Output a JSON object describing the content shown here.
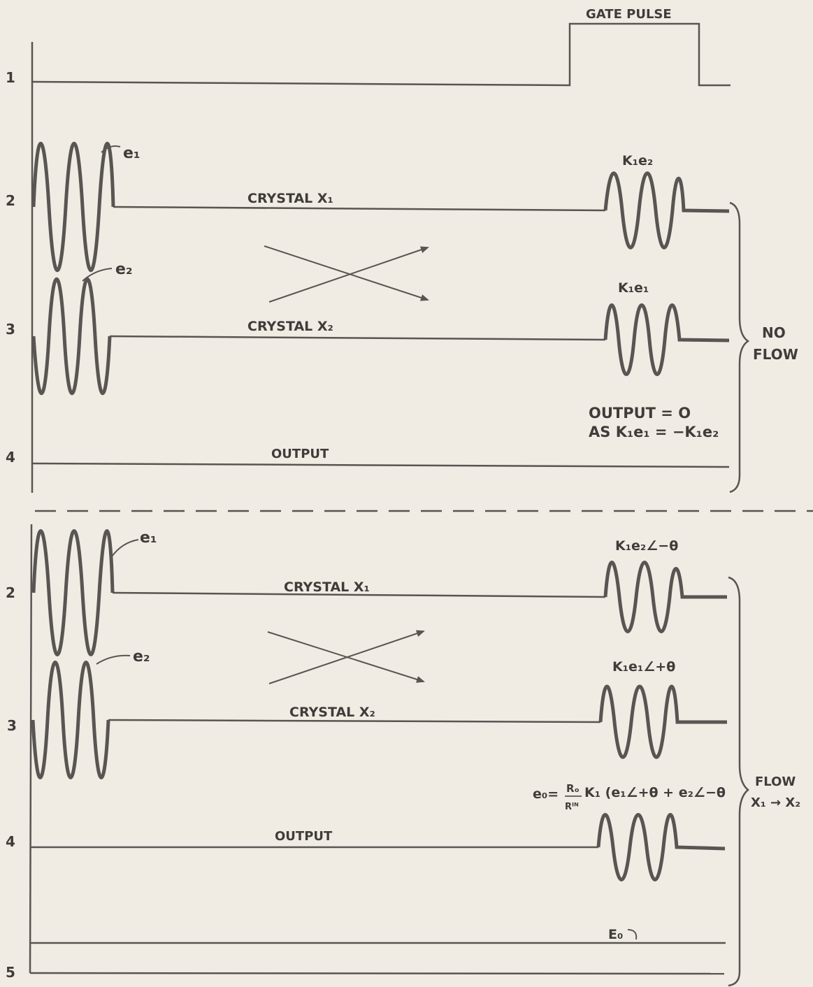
{
  "top": {
    "gate_label": "GATE PULSE",
    "row_numbers": [
      "1",
      "2",
      "3",
      "4"
    ],
    "e1": "e₁",
    "e2": "e₂",
    "crystal_x1": "CRYSTAL  X₁",
    "crystal_x2": "CRYSTAL  X₂",
    "k1e2": "K₁e₂",
    "k1e1": "K₁e₁",
    "output_eq_line1": "OUTPUT = O",
    "output_eq_line2": "AS  K₁e₁ = −K₁e₂",
    "output": "OUTPUT",
    "no_flow_line1": "NO",
    "no_flow_line2": "FLOW"
  },
  "bottom": {
    "row_numbers": [
      "2",
      "3",
      "4",
      "5"
    ],
    "e1": "e₁",
    "e2": "e₂",
    "crystal_x1": "CRYSTAL  X₁",
    "crystal_x2": "CRYSTAL  X₂",
    "k1e2_phase": "K₁e₂∠−θ",
    "k1e1_phase": "K₁e₁∠+θ",
    "eq_lhs": "e₀=",
    "eq_num": "Rₒ",
    "eq_den": "Rᴵᴺ",
    "eq_rhs": "K₁ (e₁∠+θ + e₂∠−θ",
    "output": "OUTPUT",
    "E0": "E₀",
    "flow_line1": "FLOW",
    "flow_line2": "X₁ → X₂"
  }
}
